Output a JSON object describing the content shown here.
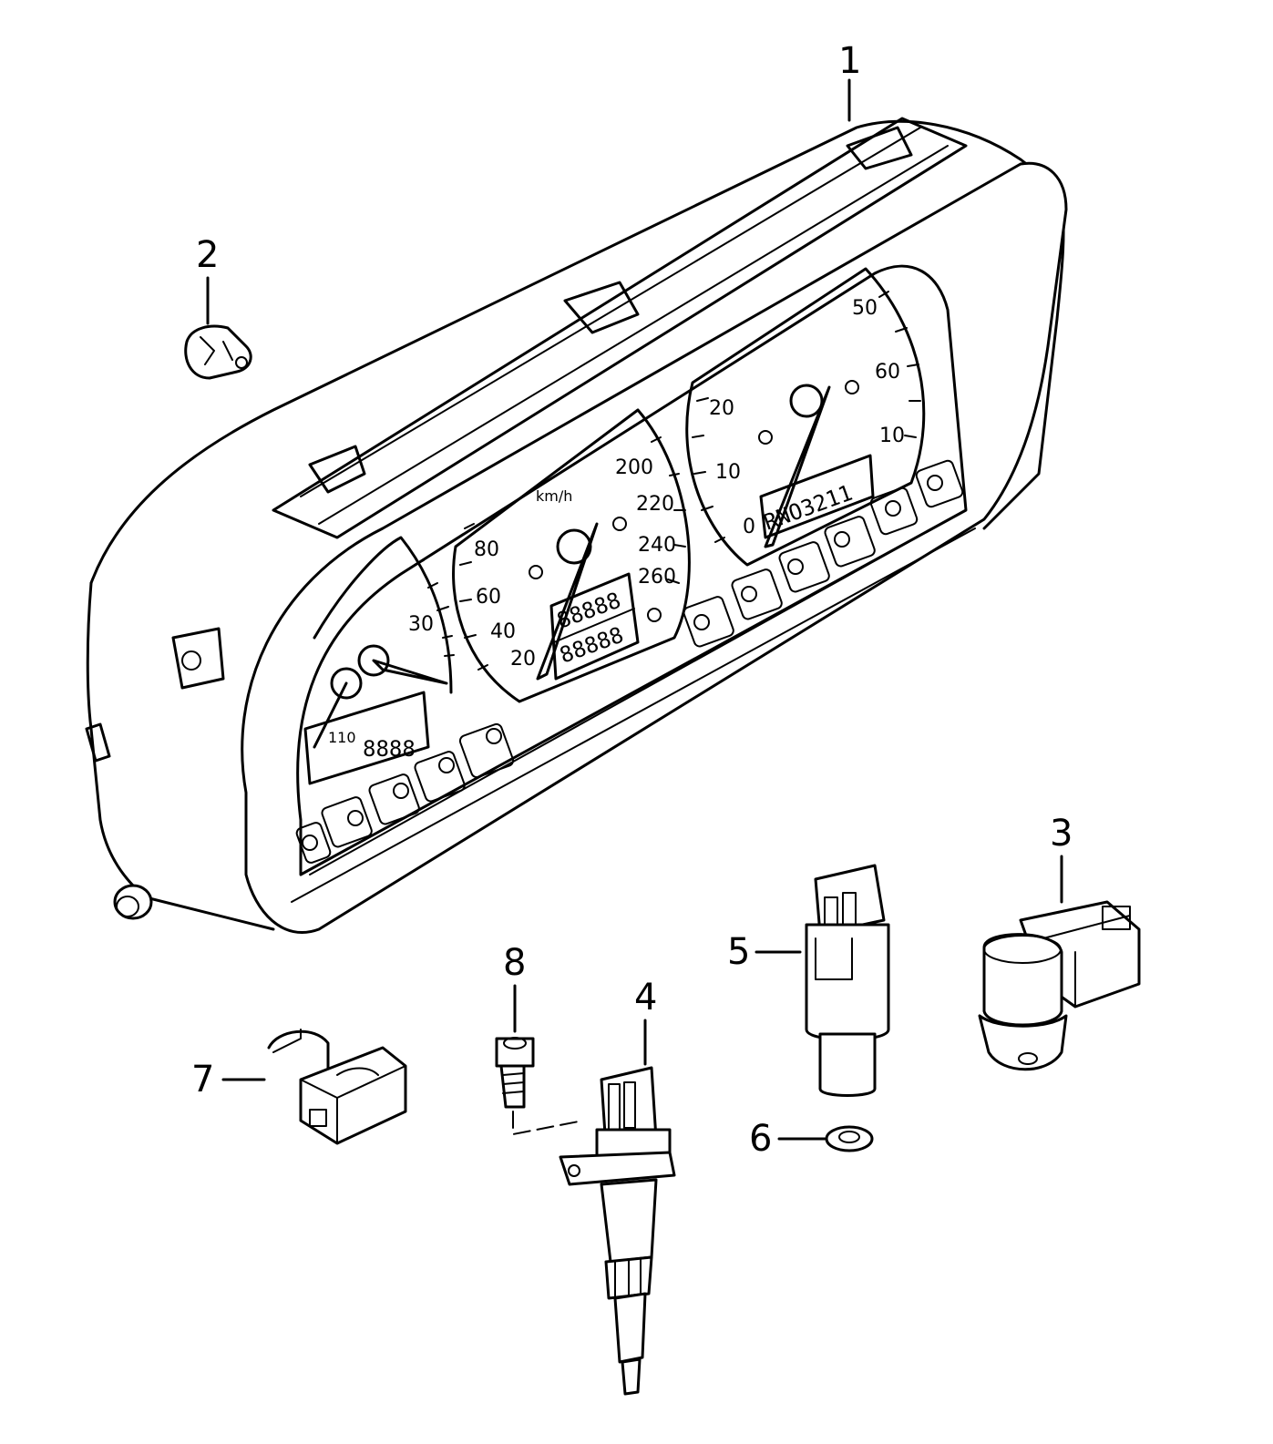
{
  "callouts": [
    "1",
    "2",
    "3",
    "4",
    "5",
    "6",
    "7",
    "8"
  ],
  "speedometer": {
    "unit": "km/h",
    "ticks_left": [
      "80",
      "60",
      "40",
      "20"
    ],
    "ticks_right": [
      "200",
      "220",
      "240",
      "260"
    ],
    "odometer_top": "88888",
    "odometer_bottom": "88888"
  },
  "tachometer": {
    "ticks": [
      "0",
      "10",
      "20",
      "50",
      "60",
      "10"
    ],
    "display": "RNO3211"
  },
  "left_gauge": {
    "tick": "30",
    "display_small": "110",
    "display_large": "8888"
  }
}
